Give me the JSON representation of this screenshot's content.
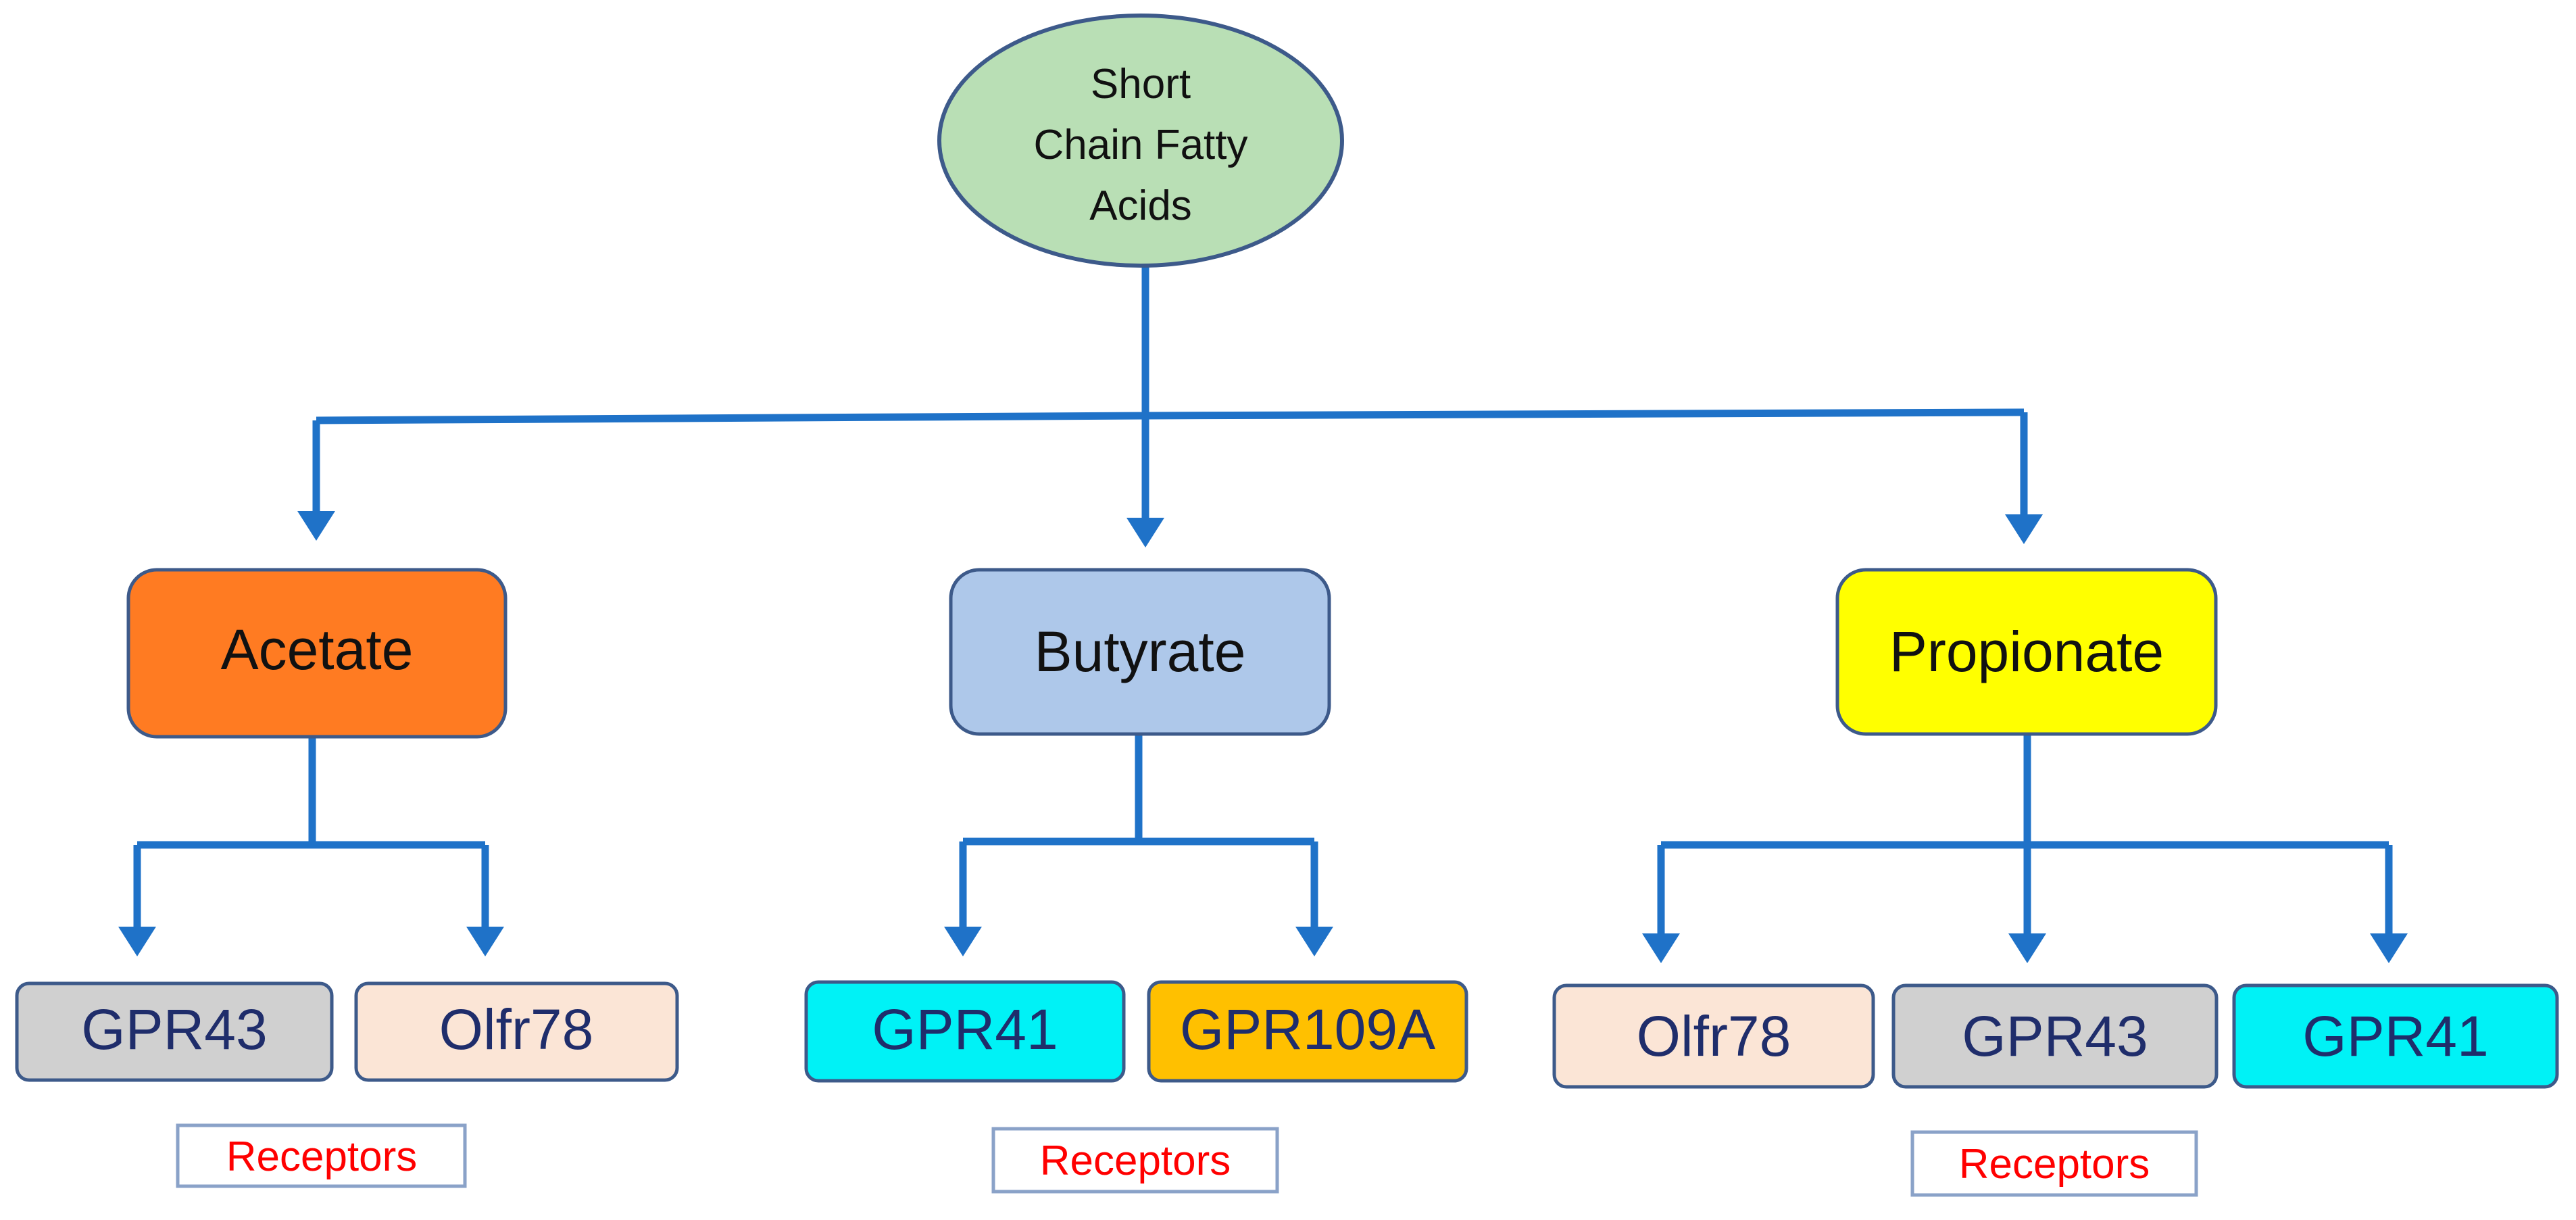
{
  "root": {
    "lines": [
      "Short",
      "Chain Fatty",
      "Acids"
    ],
    "fill": "#b9dfb5"
  },
  "acids": [
    {
      "name": "Acetate",
      "fill": "#ff7b22",
      "receptors": [
        {
          "name": "GPR43",
          "fill": "#d0d0d0"
        },
        {
          "name": "Olfr78",
          "fill": "#fbe5d6"
        }
      ],
      "label": "Receptors"
    },
    {
      "name": "Butyrate",
      "fill": "#aec8ea",
      "receptors": [
        {
          "name": "GPR41",
          "fill": "#00f2f6"
        },
        {
          "name": "GPR109A",
          "fill": "#ffc000"
        }
      ],
      "label": "Receptors"
    },
    {
      "name": "Propionate",
      "fill": "#ffff00",
      "receptors": [
        {
          "name": "Olfr78",
          "fill": "#fbe5d6"
        },
        {
          "name": "GPR43",
          "fill": "#d0d0d0"
        },
        {
          "name": "GPR41",
          "fill": "#00f2f6"
        }
      ],
      "label": "Receptors"
    }
  ],
  "colors": {
    "connector": "#1f72c8",
    "node_border": "#3d5a8a",
    "receptor_text": "#1f2d6b",
    "label_text": "#ff0000",
    "label_border": "#8aa2c8"
  }
}
